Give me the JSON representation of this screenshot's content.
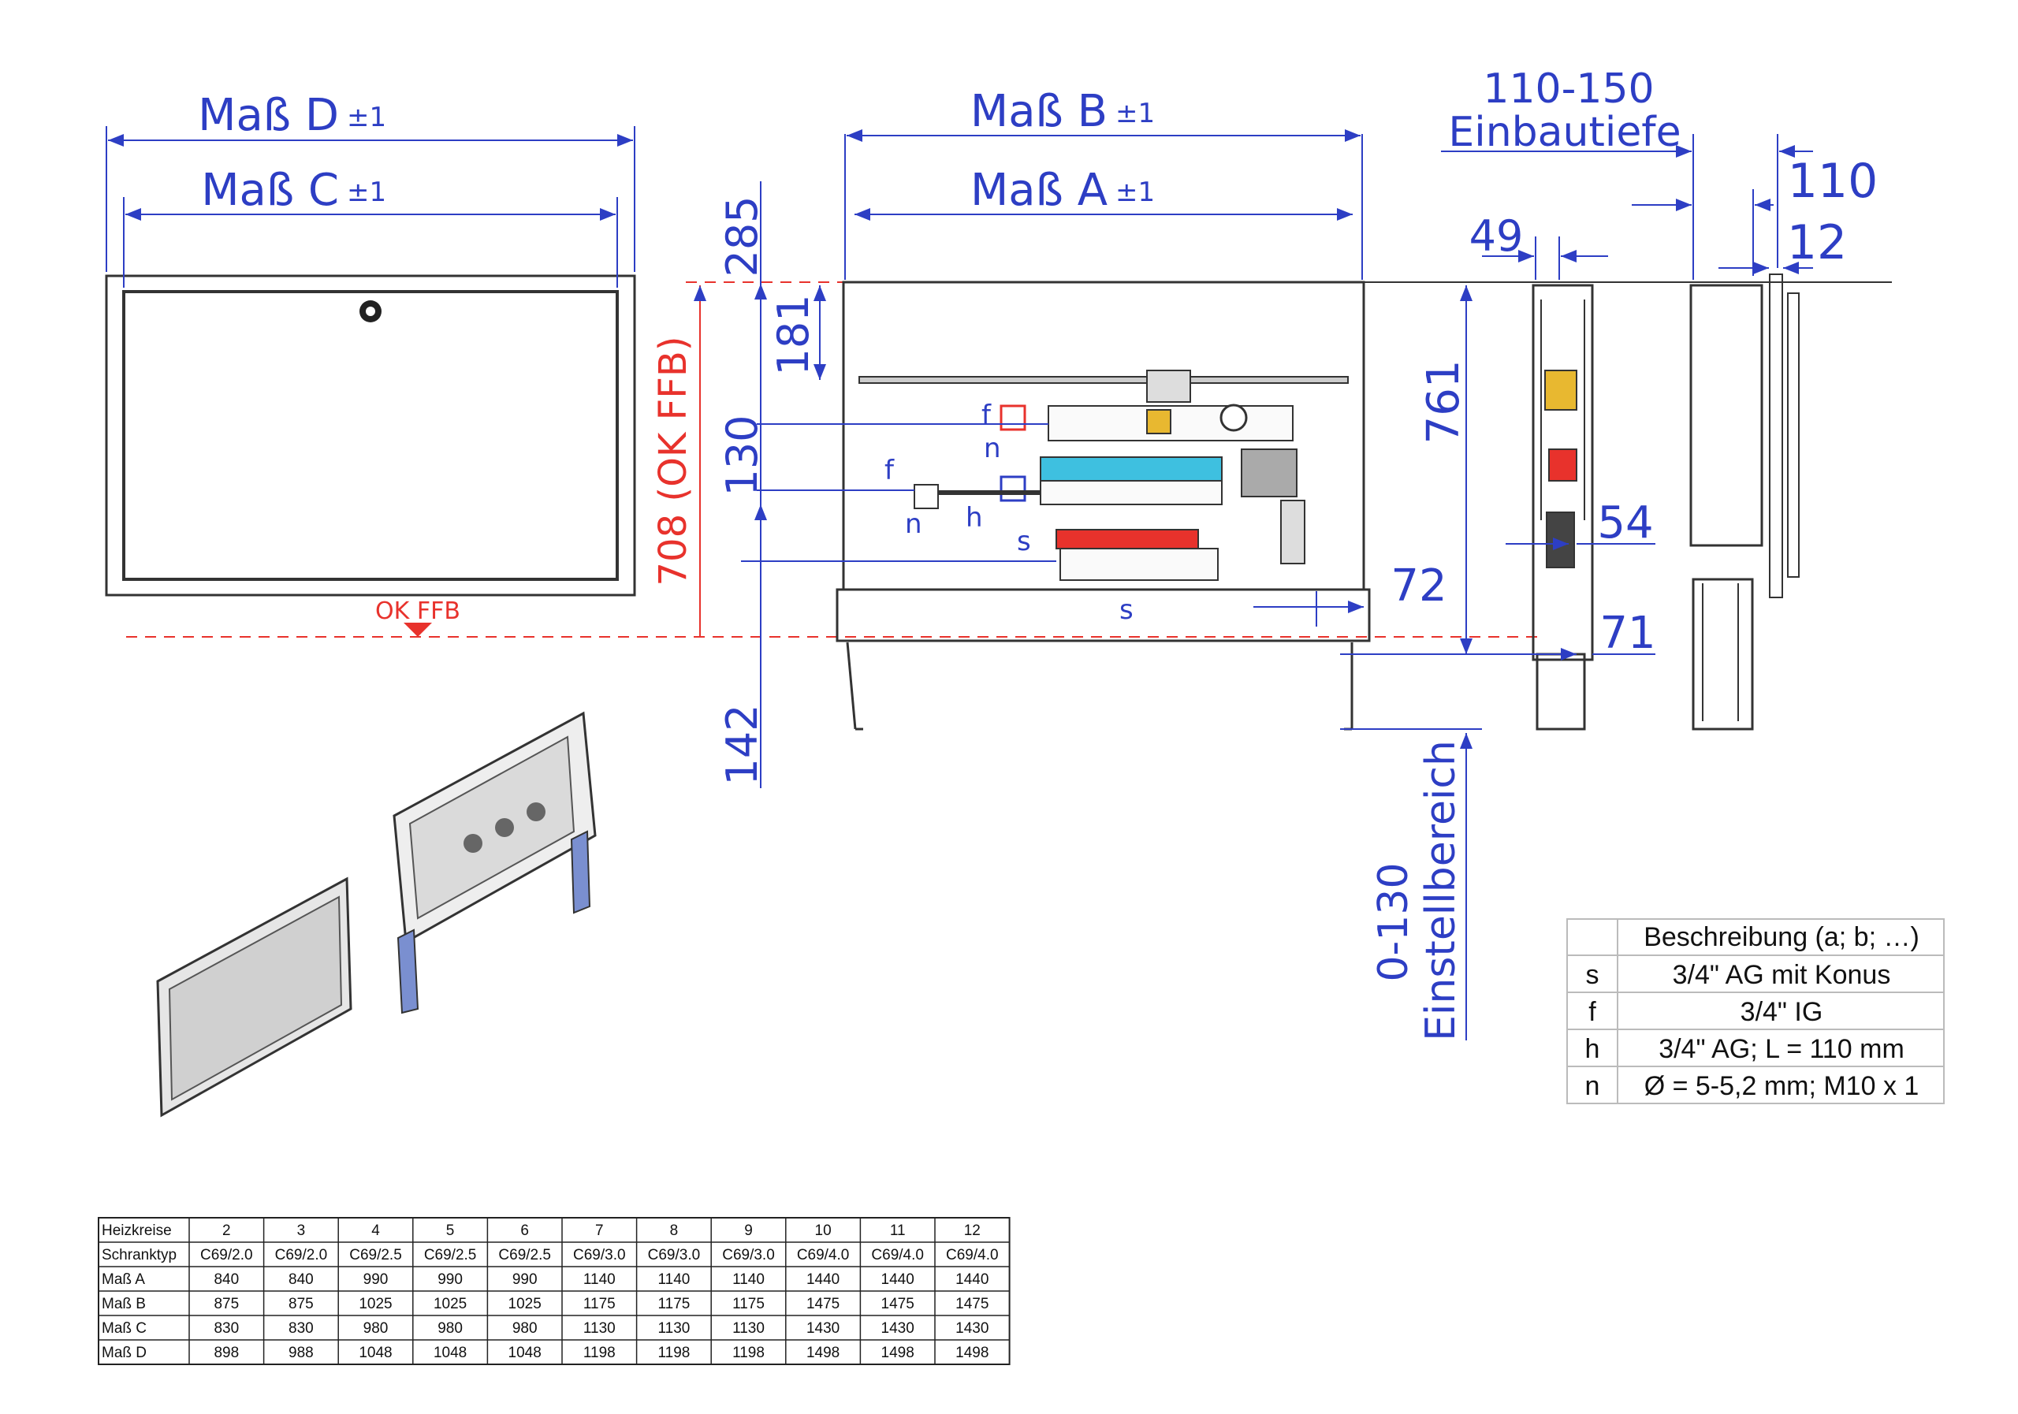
{
  "dimensions": {
    "mass_d": "Maß D",
    "mass_c": "Maß C",
    "mass_b": "Maß B",
    "mass_a": "Maß A",
    "tol": "±1",
    "d285": "285",
    "d181": "181",
    "d130": "130",
    "d142": "142",
    "d708": "708 (OK FFB)",
    "d761": "761",
    "d49": "49",
    "d110_150": "110-150",
    "einbautiefe": "Einbautiefe",
    "d110": "110",
    "d12": "12",
    "d54": "54",
    "d72": "72",
    "d71": "71",
    "adjust_range": "0-130",
    "einstellbereich": "Einstellbereich",
    "ok_ffb": "OK FFB"
  },
  "callouts": {
    "f": "f",
    "n": "n",
    "h": "h",
    "s": "s"
  },
  "legend": {
    "header": "Beschreibung (a; b; …)",
    "rows": [
      {
        "key": "s",
        "desc": "3/4\" AG mit Konus"
      },
      {
        "key": "f",
        "desc": "3/4\" IG"
      },
      {
        "key": "h",
        "desc": "3/4\" AG; L = 110 mm"
      },
      {
        "key": "n",
        "desc": "Ø = 5-5,2 mm; M10 x 1"
      }
    ]
  },
  "size_table": {
    "header": [
      "Heizkreise",
      "2",
      "3",
      "4",
      "5",
      "6",
      "7",
      "8",
      "9",
      "10",
      "11",
      "12"
    ],
    "rows": [
      [
        "Schranktyp",
        "C69/2.0",
        "C69/2.0",
        "C69/2.5",
        "C69/2.5",
        "C69/2.5",
        "C69/3.0",
        "C69/3.0",
        "C69/3.0",
        "C69/4.0",
        "C69/4.0",
        "C69/4.0"
      ],
      [
        "Maß A",
        "840",
        "840",
        "990",
        "990",
        "990",
        "1140",
        "1140",
        "1140",
        "1440",
        "1440",
        "1440"
      ],
      [
        "Maß B",
        "875",
        "875",
        "1025",
        "1025",
        "1025",
        "1175",
        "1175",
        "1175",
        "1475",
        "1475",
        "1475"
      ],
      [
        "Maß C",
        "830",
        "830",
        "980",
        "980",
        "980",
        "1130",
        "1130",
        "1130",
        "1430",
        "1430",
        "1430"
      ],
      [
        "Maß D",
        "898",
        "988",
        "1048",
        "1048",
        "1048",
        "1198",
        "1198",
        "1198",
        "1498",
        "1498",
        "1498"
      ]
    ]
  },
  "colors": {
    "dimension": "#2d3ec4",
    "floor_line": "#e8322c",
    "outline": "#333333"
  }
}
